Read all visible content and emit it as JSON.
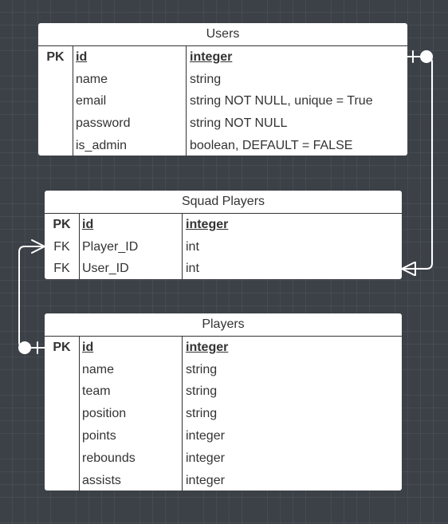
{
  "entities": [
    {
      "title": "Users",
      "rows": [
        {
          "key": "PK",
          "name": "id",
          "type": "integer",
          "pk": true
        },
        {
          "key": "",
          "name": "name",
          "type": "string"
        },
        {
          "key": "",
          "name": "email",
          "type": "string NOT NULL, unique = True"
        },
        {
          "key": "",
          "name": "password",
          "type": "string NOT NULL"
        },
        {
          "key": "",
          "name": "is_admin",
          "type": "boolean, DEFAULT = FALSE"
        }
      ]
    },
    {
      "title": "Squad Players",
      "rows": [
        {
          "key": "PK",
          "name": "id",
          "type": "integer",
          "pk": true
        },
        {
          "key": "FK",
          "name": "Player_ID",
          "type": "int"
        },
        {
          "key": "FK",
          "name": "User_ID",
          "type": "int"
        }
      ]
    },
    {
      "title": "Players",
      "rows": [
        {
          "key": "PK",
          "name": "id",
          "type": "integer",
          "pk": true
        },
        {
          "key": "",
          "name": "name",
          "type": "string"
        },
        {
          "key": "",
          "name": "team",
          "type": "string"
        },
        {
          "key": "",
          "name": "position",
          "type": "string"
        },
        {
          "key": "",
          "name": "points",
          "type": "integer"
        },
        {
          "key": "",
          "name": "rebounds",
          "type": "integer"
        },
        {
          "key": "",
          "name": "assists",
          "type": "integer"
        }
      ]
    }
  ],
  "relationships": [
    {
      "from": "Users.id",
      "to": "Squad Players.User_ID",
      "from_end": "one-only",
      "to_end": "many"
    },
    {
      "from": "Players.id",
      "to": "Squad Players.Player_ID",
      "from_end": "one-only",
      "to_end": "many"
    }
  ],
  "colors": {
    "canvas": "#3c4148",
    "connector": "#ffffff",
    "entity_fill": "#ffffff",
    "entity_text": "#333333"
  }
}
